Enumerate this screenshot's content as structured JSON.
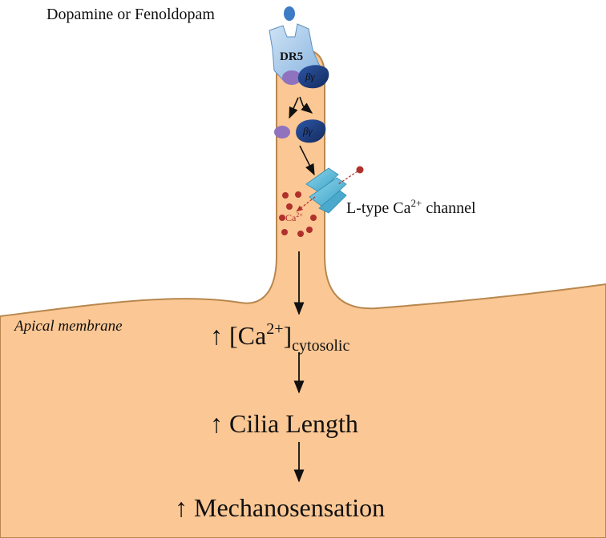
{
  "labels": {
    "ligand": "Dopamine or Fenoldopam",
    "receptor": "DR5",
    "beta_gamma": "βγ",
    "beta_gamma_2": "βγ",
    "channel_prefix": "L-type Ca",
    "channel_sup": "2+",
    "channel_suffix": " channel",
    "ca_inner": "Ca",
    "ca_inner_sup": "2+",
    "apical": "Apical membrane"
  },
  "steps": {
    "step1_prefix": "↑ [Ca",
    "step1_sup": "2+",
    "step1_close": "]",
    "step1_sub": "cytosolic",
    "step2": "↑ Cilia Length",
    "step3": "↑ Mechanosensation"
  },
  "colors": {
    "cell_fill": "#fbc794",
    "cell_stroke": "#b8874e",
    "receptor": "#a9cbea",
    "beta_gamma": "#1e3d7e",
    "alpha": "#8f73bf",
    "channel": "#58bbd9",
    "calcium": "#b0302b",
    "ligand": "#3d7bc4",
    "apical_text": "#a9772f"
  }
}
